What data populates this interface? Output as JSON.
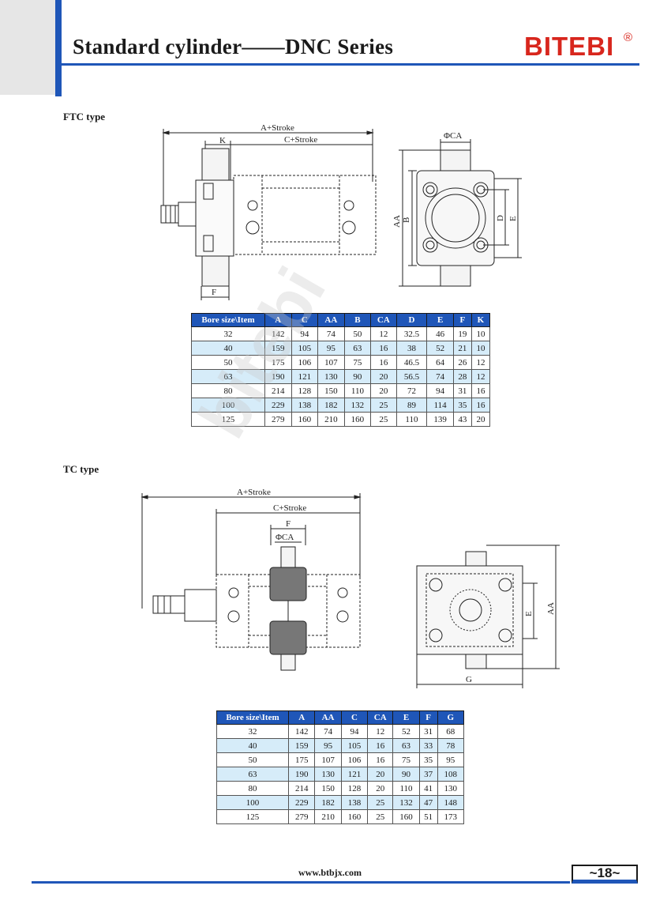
{
  "header": {
    "title": "Standard cylinder——DNC Series",
    "brand": "BITEBI",
    "brand_mark": "®"
  },
  "watermark": {
    "text": "bitebi"
  },
  "colors": {
    "accent": "#1f56b8",
    "brand": "#d8261d",
    "row_alt": "#d6ecf9",
    "header_gray": "#e6e6e6"
  },
  "ftc": {
    "label": "FTC type",
    "dims": {
      "a_stroke": "A+Stroke",
      "c_stroke": "C+Stroke",
      "k": "K",
      "f": "F",
      "phi_ca": "ΦCA",
      "aa": "AA",
      "b": "B",
      "d": "D",
      "e": "E"
    },
    "table": {
      "headers": [
        "Bore size\\Item",
        "A",
        "C",
        "AA",
        "B",
        "CA",
        "D",
        "E",
        "F",
        "K"
      ],
      "rows": [
        [
          "32",
          "142",
          "94",
          "74",
          "50",
          "12",
          "32.5",
          "46",
          "19",
          "10"
        ],
        [
          "40",
          "159",
          "105",
          "95",
          "63",
          "16",
          "38",
          "52",
          "21",
          "10"
        ],
        [
          "50",
          "175",
          "106",
          "107",
          "75",
          "16",
          "46.5",
          "64",
          "26",
          "12"
        ],
        [
          "63",
          "190",
          "121",
          "130",
          "90",
          "20",
          "56.5",
          "74",
          "28",
          "12"
        ],
        [
          "80",
          "214",
          "128",
          "150",
          "110",
          "20",
          "72",
          "94",
          "31",
          "16"
        ],
        [
          "100",
          "229",
          "138",
          "182",
          "132",
          "25",
          "89",
          "114",
          "35",
          "16"
        ],
        [
          "125",
          "279",
          "160",
          "210",
          "160",
          "25",
          "110",
          "139",
          "43",
          "20"
        ]
      ]
    }
  },
  "tc": {
    "label": "TC type",
    "dims": {
      "a_stroke": "A+Stroke",
      "c_stroke": "C+Stroke",
      "f": "F",
      "phi_ca": "ΦCA",
      "e": "E",
      "aa": "AA",
      "g": "G"
    },
    "table": {
      "headers": [
        "Bore size\\Item",
        "A",
        "AA",
        "C",
        "CA",
        "E",
        "F",
        "G"
      ],
      "rows": [
        [
          "32",
          "142",
          "74",
          "94",
          "12",
          "52",
          "31",
          "68"
        ],
        [
          "40",
          "159",
          "95",
          "105",
          "16",
          "63",
          "33",
          "78"
        ],
        [
          "50",
          "175",
          "107",
          "106",
          "16",
          "75",
          "35",
          "95"
        ],
        [
          "63",
          "190",
          "130",
          "121",
          "20",
          "90",
          "37",
          "108"
        ],
        [
          "80",
          "214",
          "150",
          "128",
          "20",
          "110",
          "41",
          "130"
        ],
        [
          "100",
          "229",
          "182",
          "138",
          "25",
          "132",
          "47",
          "148"
        ],
        [
          "125",
          "279",
          "210",
          "160",
          "25",
          "160",
          "51",
          "173"
        ]
      ]
    }
  },
  "footer": {
    "url": "www.btbjx.com",
    "page": "~18~"
  }
}
